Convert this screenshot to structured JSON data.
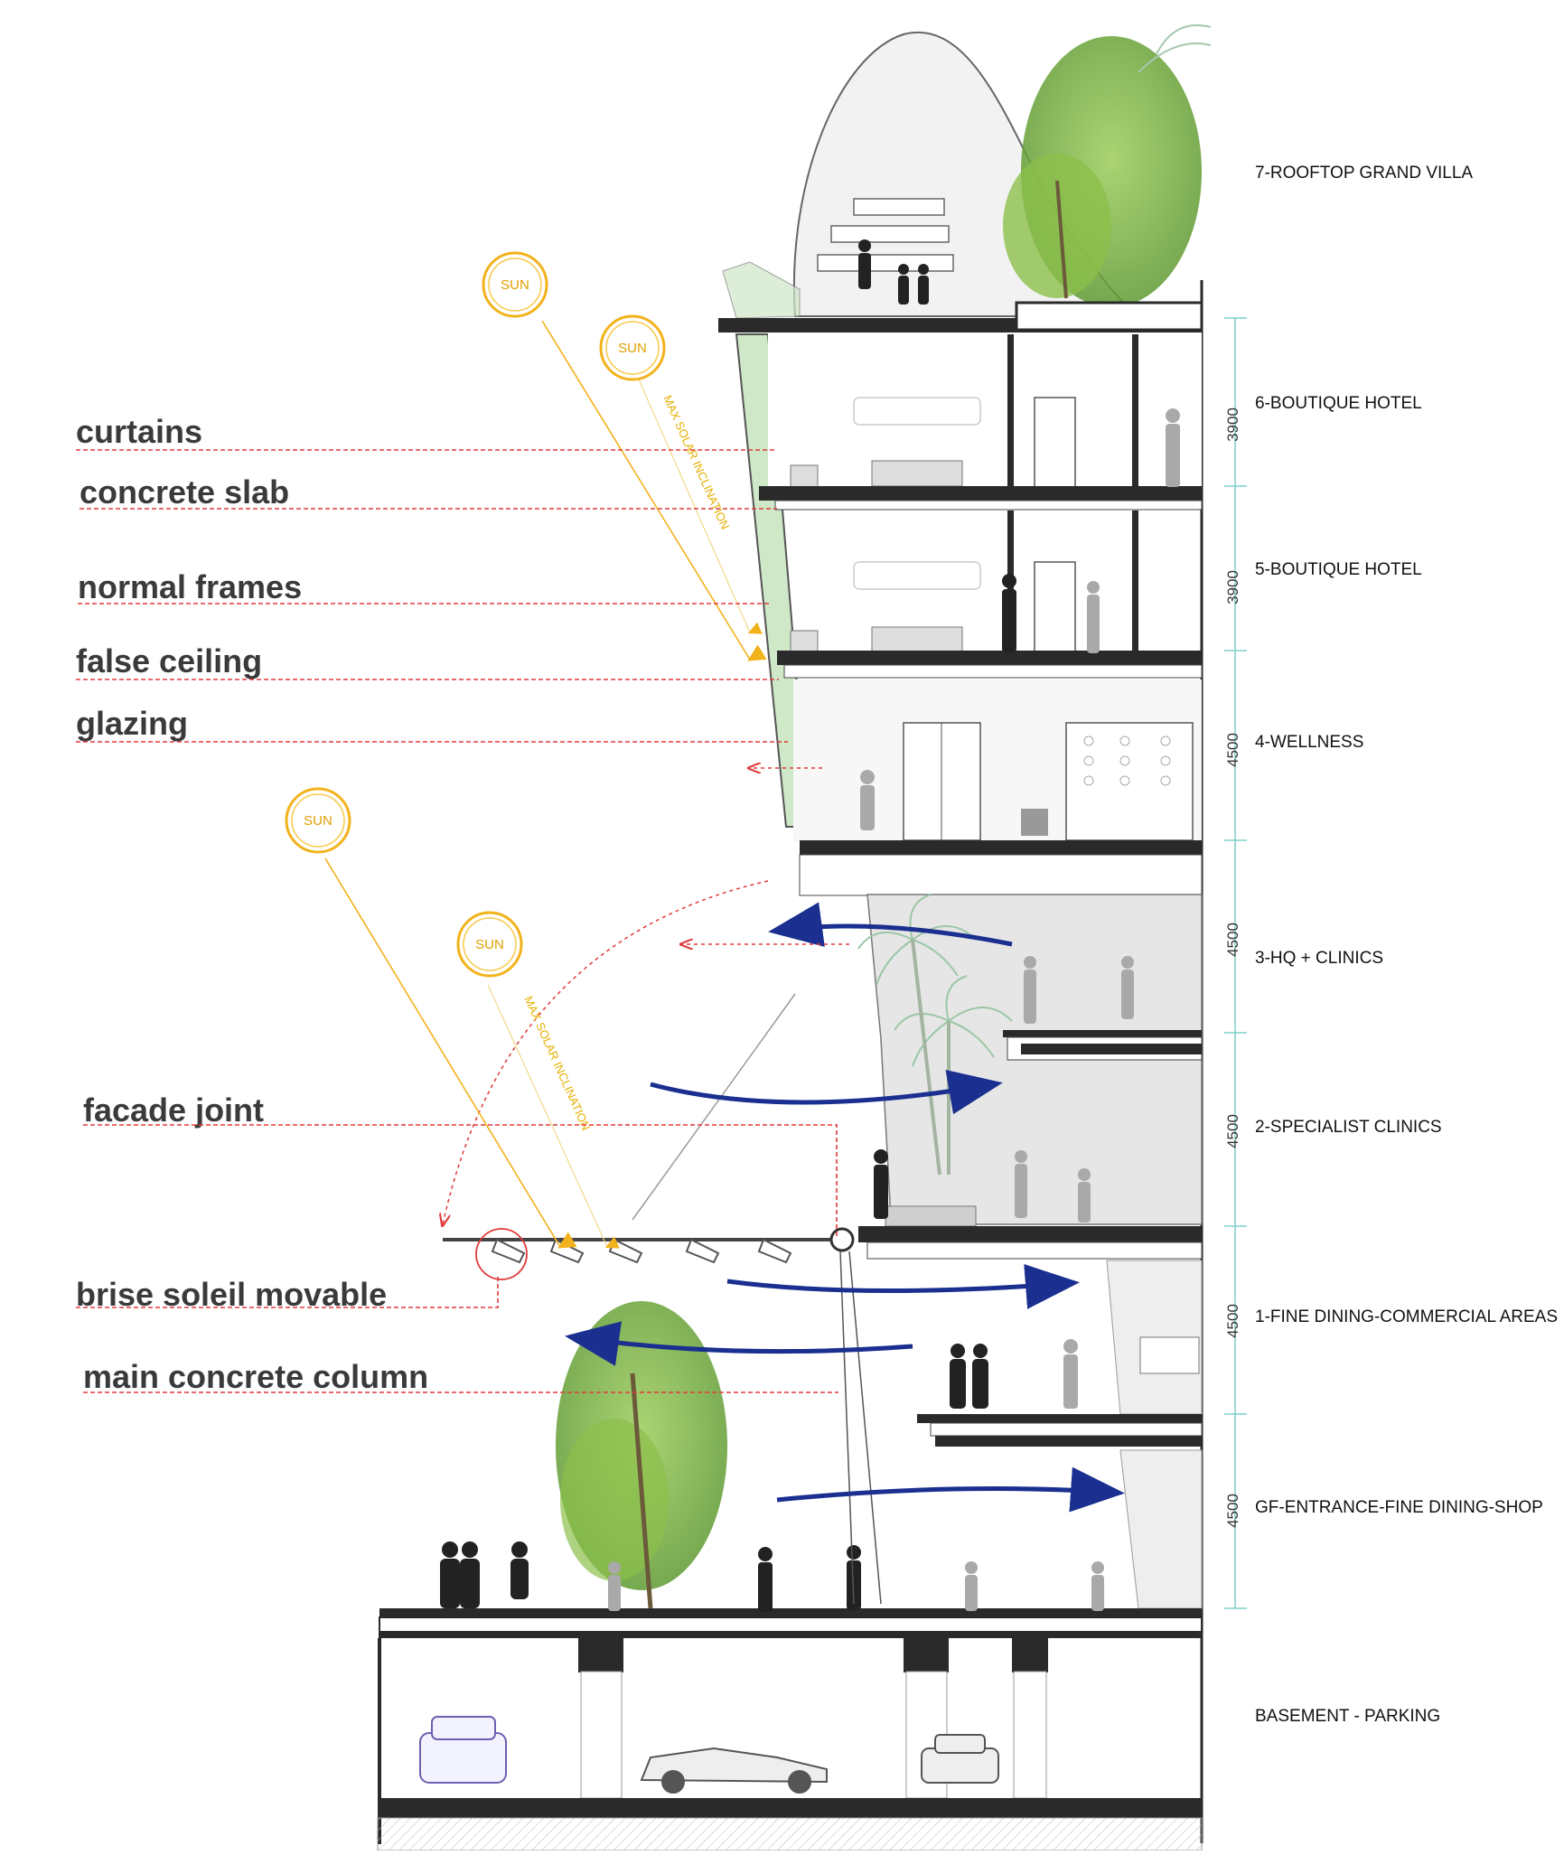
{
  "diagram": {
    "callouts": [
      {
        "id": "curtains",
        "label": "curtains"
      },
      {
        "id": "concrete-slab",
        "label": "concrete slab"
      },
      {
        "id": "normal-frames",
        "label": "normal frames"
      },
      {
        "id": "false-ceiling",
        "label": "false ceiling"
      },
      {
        "id": "glazing",
        "label": "glazing"
      },
      {
        "id": "facade-joint",
        "label": "facade joint"
      },
      {
        "id": "brise-soleil",
        "label": "brise soleil movable"
      },
      {
        "id": "main-column",
        "label": "main concrete column"
      }
    ],
    "floors": [
      {
        "id": "rooftop",
        "label": "7-ROOFTOP GRAND VILLA",
        "height": ""
      },
      {
        "id": "f6",
        "label": "6-BOUTIQUE HOTEL",
        "height": "3900"
      },
      {
        "id": "f5",
        "label": "5-BOUTIQUE HOTEL",
        "height": "3900"
      },
      {
        "id": "f4",
        "label": "4-WELLNESS",
        "height": "4500"
      },
      {
        "id": "f3",
        "label": "3-HQ + CLINICS",
        "height": "4500"
      },
      {
        "id": "f2",
        "label": "2-SPECIALIST CLINICS",
        "height": "4500"
      },
      {
        "id": "f1",
        "label": "1-FINE DINING-COMMERCIAL AREAS",
        "height": "4500"
      },
      {
        "id": "gf",
        "label": "GF-ENTRANCE-FINE DINING-SHOP",
        "height": "4500"
      },
      {
        "id": "basement",
        "label": "BASEMENT - PARKING",
        "height": ""
      }
    ],
    "sun_label": "SUN",
    "inclination_label": "MAX SOLAR INCLINATION",
    "colors": {
      "callout_line": "#e23a3a",
      "sun": "#f2b21b",
      "airflow": "#1a2f8f",
      "slab": "#2a2a2a",
      "glass": "#cfe8c8",
      "interior_grey": "#e4e4e4",
      "tree": "#7fb347",
      "dim_line": "#7fd0c8"
    }
  }
}
